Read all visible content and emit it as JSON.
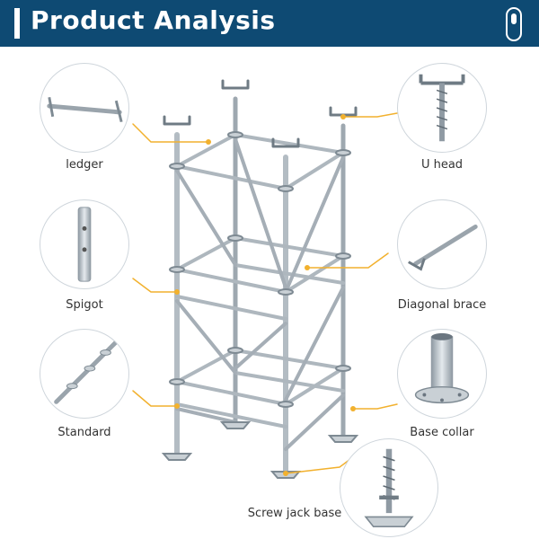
{
  "header": {
    "title": "Product Analysis"
  },
  "components": [
    {
      "id": "ledger",
      "label": "ledger",
      "icon": "ledger-icon"
    },
    {
      "id": "spigot",
      "label": "Spigot",
      "icon": "spigot-icon"
    },
    {
      "id": "standard",
      "label": "Standard",
      "icon": "standard-icon"
    },
    {
      "id": "u-head",
      "label": "U head",
      "icon": "u-head-icon"
    },
    {
      "id": "diagonal-brace",
      "label": "Diagonal brace",
      "icon": "diagonal-brace-icon"
    },
    {
      "id": "base-collar",
      "label": "Base collar",
      "icon": "base-collar-icon"
    },
    {
      "id": "screw-jack-base",
      "label": "Screw jack base",
      "icon": "screw-jack-base-icon"
    }
  ],
  "colors": {
    "header_bg": "#0e4a73",
    "callout_line": "#f2b12e",
    "steel": "#b9c2c9"
  }
}
